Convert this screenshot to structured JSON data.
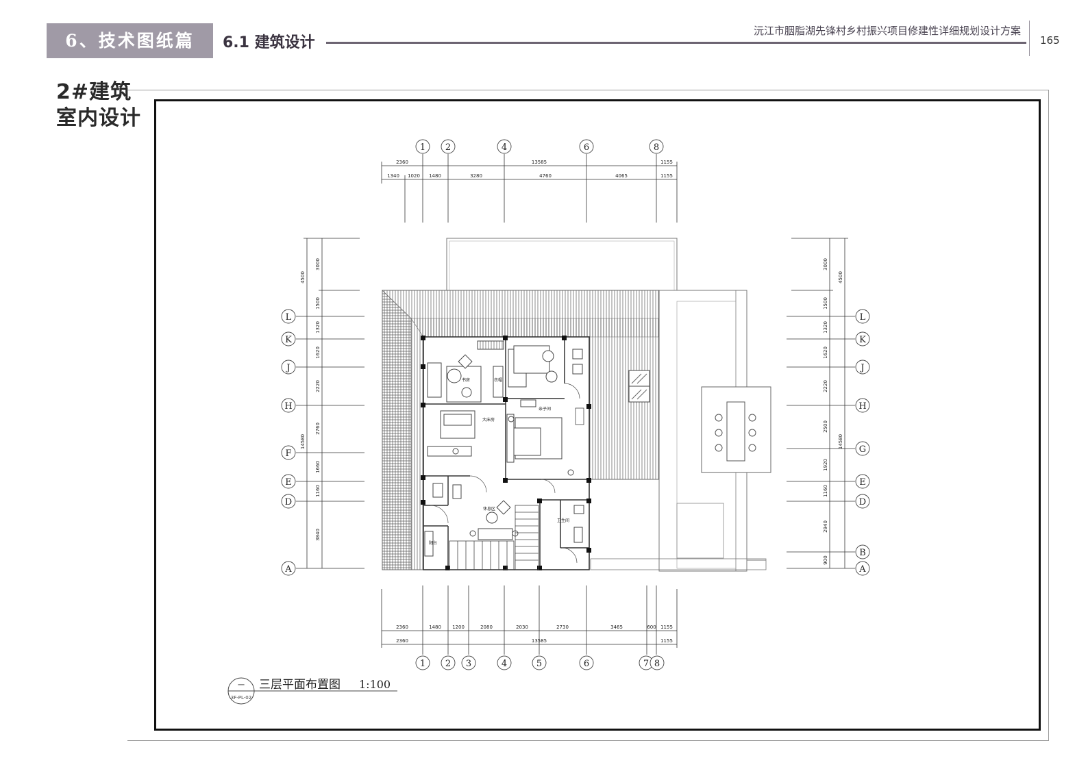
{
  "header": {
    "section": "6、技术图纸篇",
    "subsection": "6.1 建筑设计",
    "project": "沅江市胭脂湖先锋村乡村振兴项目修建性详细规划设计方案",
    "page_number": "165"
  },
  "title": {
    "line1": "2#建筑",
    "line2": "室内设计"
  },
  "drawing": {
    "caption": "三层平面布置图",
    "scale": "1:100",
    "tag_top": "一",
    "tag_bottom": "3F-PL-02",
    "rooms": {
      "r1": "书房",
      "r2": "衣帽",
      "r3": "大床房",
      "r4": "亲子间",
      "r5": "休息区",
      "r6": "阳台",
      "r7": "卫生间"
    },
    "top_axes": [
      "1",
      "2",
      "4",
      "6",
      "8"
    ],
    "bottom_axes": [
      "1",
      "2",
      "3",
      "4",
      "5",
      "6",
      "7",
      "8"
    ],
    "left_axes": [
      "L",
      "K",
      "J",
      "H",
      "F",
      "E",
      "D",
      "A"
    ],
    "right_axes": [
      "L",
      "K",
      "J",
      "H",
      "G",
      "E",
      "D",
      "B",
      "A"
    ],
    "dims_top_total": [
      "2360",
      "13585",
      "1155"
    ],
    "dims_top_detail": [
      "1340",
      "1020",
      "1480",
      "3280",
      "4760",
      "4065",
      "1155"
    ],
    "dims_bottom_detail": [
      "2360",
      "1480",
      "1200",
      "2080",
      "2030",
      "2730",
      "3465",
      "600",
      "1155"
    ],
    "dims_bottom_total": [
      "2360",
      "13585",
      "1155"
    ],
    "dims_left_total": [
      "4500",
      "14580"
    ],
    "dims_left_detail": [
      "3000",
      "1500",
      "1320",
      "1620",
      "2220",
      "2760",
      "1660",
      "1160",
      "3840"
    ],
    "dims_right_total": [
      "4500",
      "14580"
    ],
    "dims_right_detail": [
      "3000",
      "1500",
      "1320",
      "1620",
      "2220",
      "2500",
      "1920",
      "1160",
      "2940",
      "900"
    ]
  }
}
